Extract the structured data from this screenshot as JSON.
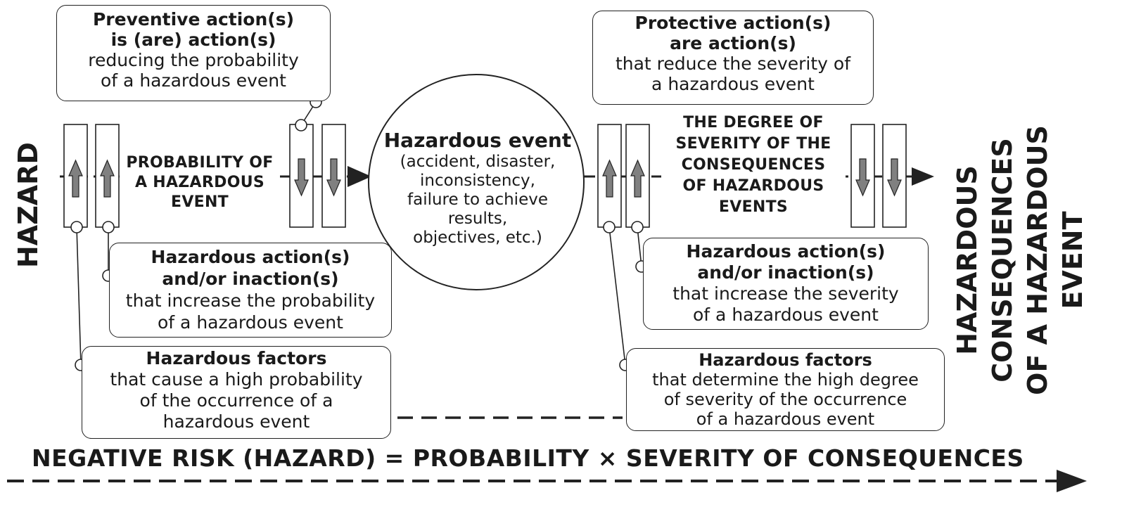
{
  "hazard_label": "HAZARD",
  "consequences_label": [
    "HAZARDOUS",
    "CONSEQUENCES",
    "OF A HAZARDOUS",
    "EVENT"
  ],
  "preventive": {
    "title": [
      "Preventive action(s)",
      "is (are) action(s)"
    ],
    "body": [
      "reducing the probability",
      "of a hazardous event"
    ]
  },
  "protective": {
    "title": [
      "Protective action(s)",
      "are action(s)"
    ],
    "body": [
      "that reduce the severity of",
      "a hazardous event"
    ]
  },
  "probability_label": [
    "PROBABILITY OF",
    "A HAZARDOUS",
    "EVENT"
  ],
  "severity_label": [
    "THE DEGREE OF",
    "SEVERITY OF THE",
    "CONSEQUENCES",
    "OF HAZARDOUS",
    "EVENTS"
  ],
  "hazardous_event": {
    "title": "Hazardous event",
    "body": [
      "(accident, disaster,",
      "inconsistency,",
      "failure to achieve",
      "results,",
      "objectives, etc.)"
    ]
  },
  "actions_left": {
    "title": [
      "Hazardous action(s)",
      "and/or inaction(s)"
    ],
    "body": [
      "that increase the probability",
      "of a hazardous event"
    ]
  },
  "actions_right": {
    "title": [
      "Hazardous action(s)",
      "and/or inaction(s)"
    ],
    "body": [
      "that increase the severity",
      "of a hazardous event"
    ]
  },
  "factors_left": {
    "title": "Hazardous factors",
    "body": [
      "that cause a high probability",
      "of the occurrence of a",
      "hazardous event"
    ]
  },
  "factors_right": {
    "title": "Hazardous factors",
    "body": [
      "that determine the high degree",
      "of severity of the occurrence",
      "of a hazardous event"
    ]
  },
  "formula": "NEGATIVE RISK (HAZARD) = PROBABILITY × SEVERITY OF CONSEQUENCES",
  "colors": {
    "line": "#222222",
    "arrow_fill": "#808080"
  }
}
